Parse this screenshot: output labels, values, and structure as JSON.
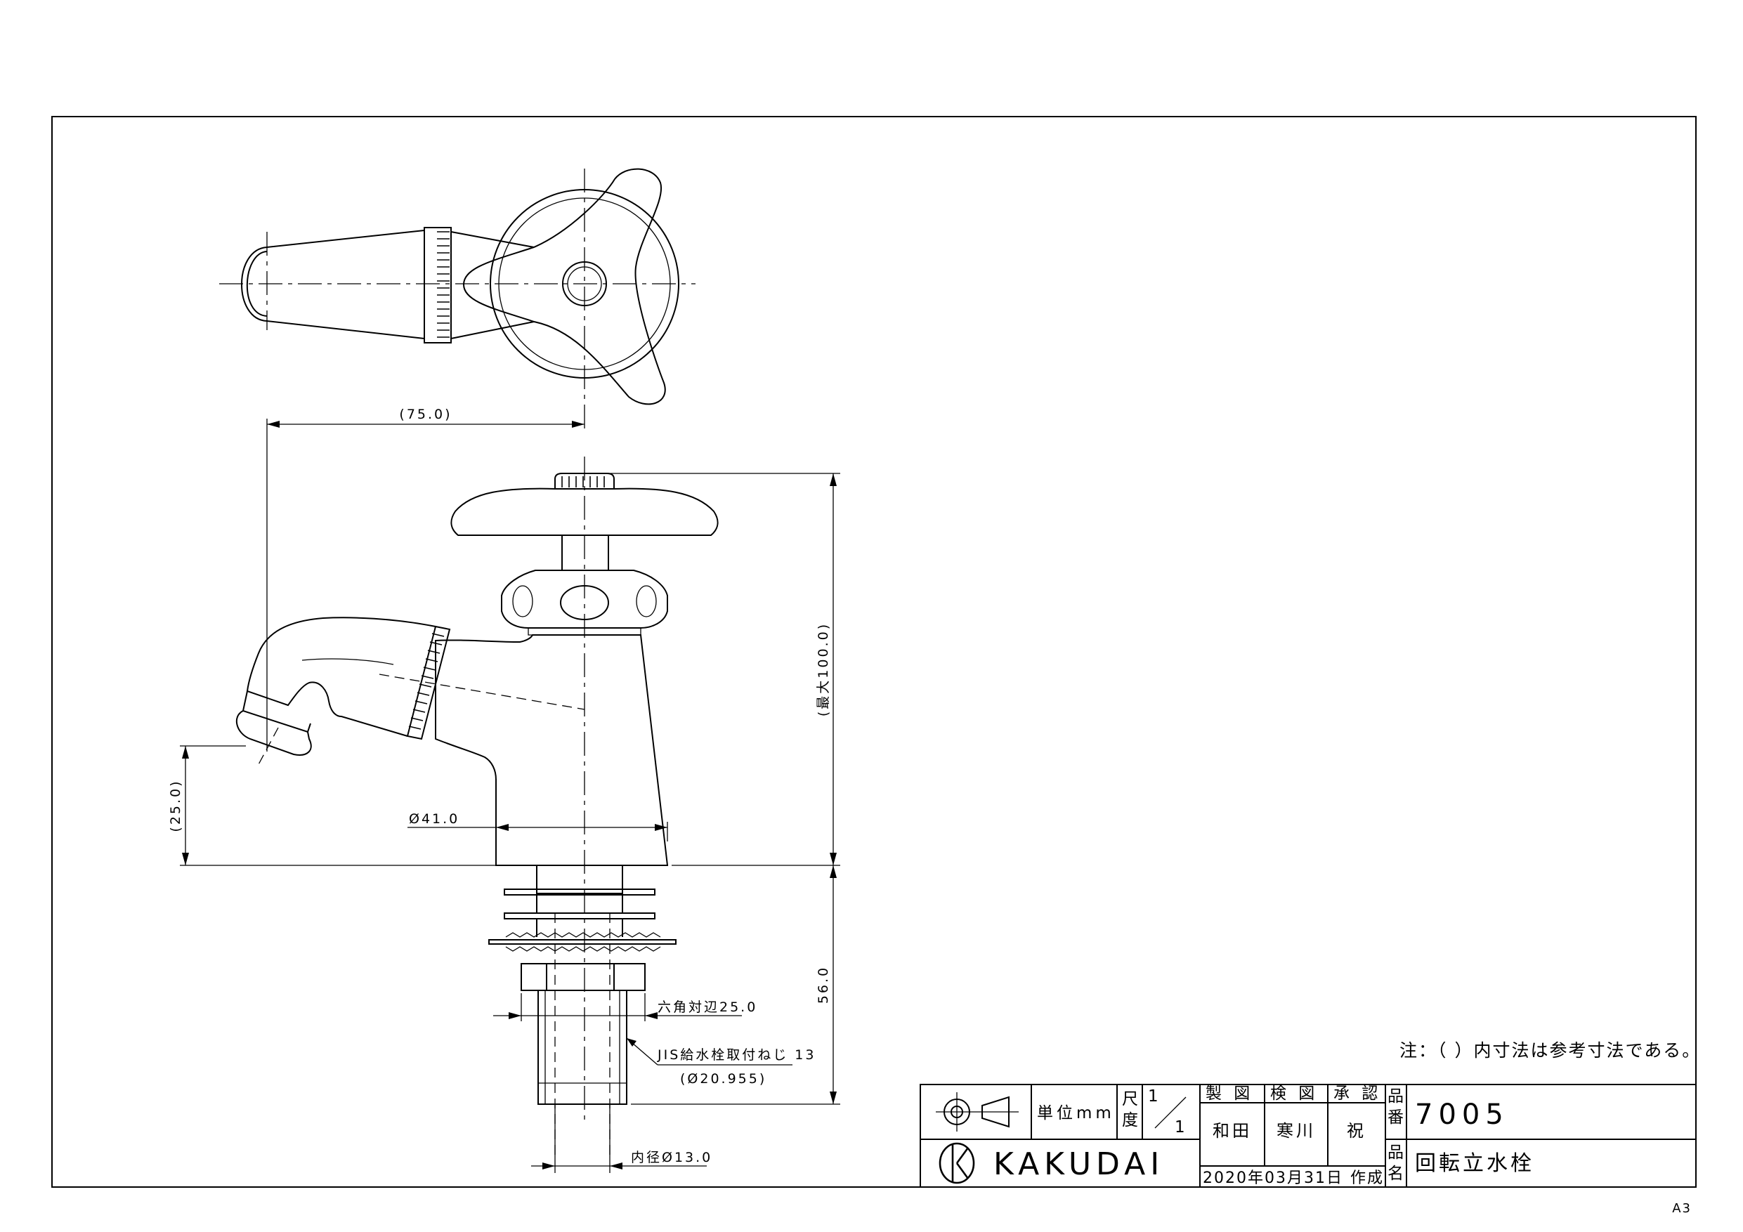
{
  "dimensions": {
    "spout_reach": "(75.0)",
    "max_height": "(最大100.0)",
    "spout_height": "(25.0)",
    "body_diameter": "Ø41.0",
    "shank_length": "56.0",
    "hex_across_flats": "六角対辺25.0",
    "thread_label": "JIS給水栓取付ねじ 13",
    "thread_diameter": "(Ø20.955)",
    "inner_diameter": "内径Ø13.0"
  },
  "note": "注：（ ）内寸法は参考寸法である。",
  "title_block": {
    "unit_label": "単位mm",
    "scale_label_1": "尺",
    "scale_label_2": "度",
    "scale_numerator": "1",
    "scale_denominator": "1",
    "drawn_label": "製 図",
    "checked_label": "検 図",
    "approved_label": "承 認",
    "drawn_by": "和田",
    "checked_by": "寒川",
    "approved_by": "祝",
    "part_no_label_1": "品",
    "part_no_label_2": "番",
    "part_no": "7005",
    "part_name_label_1": "品",
    "part_name_label_2": "名",
    "part_name": "回転立水栓",
    "company": "KAKUDAI",
    "date": "2020年03月31日",
    "date_suffix": "作成"
  },
  "paper_size": "A3"
}
